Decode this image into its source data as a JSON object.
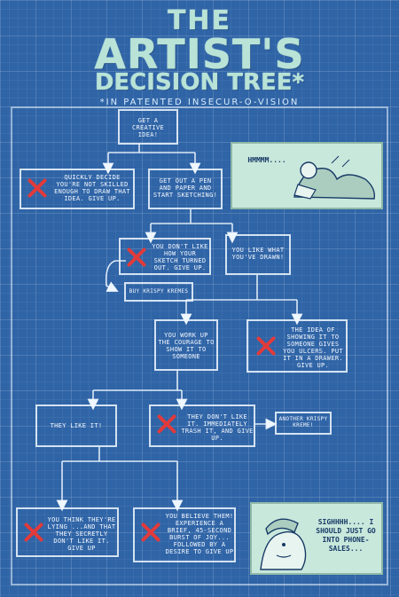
{
  "title": {
    "line1": "THE",
    "line2": "ARTIST'S",
    "line3": "DECISION TREE*",
    "footnote": "*IN PATENTED INSECUR-O-VISION"
  },
  "nodes": {
    "get_idea": "GET A CREATIVE IDEA!",
    "not_skilled": "QUICKLY DECIDE YOU'RE NOT SKILLED ENOUGH TO DRAW THAT IDEA. GIVE UP.",
    "start_sketching": "GET OUT A PEN AND PAPER AND START SKETCHING!",
    "dont_like_sketch": "YOU DON'T LIKE HOW YOUR SKETCH TURNED OUT. GIVE UP.",
    "buy_kremes": "BUY KRISPY KREMES",
    "like_drawn": "YOU LIKE WHAT YOU'VE DRAWN!",
    "work_up_courage": "YOU WORK UP THE COURAGE TO SHOW IT TO SOMEONE",
    "idea_ulcers": "THE IDEA OF SHOWING IT TO SOMEONE GIVES YOU ULCERS. PUT IT IN A DRAWER. GIVE UP.",
    "they_like_it": "THEY LIKE IT!",
    "dont_like_trash": "THEY DON'T LIKE IT. IMMEDIATELY TRASH IT, AND GIVE UP.",
    "another_kreme": "ANOTHER KRISPY KREME!",
    "think_lying": "YOU THINK THEY'RE LYING ...AND THAT THEY SECRETLY DON'T LIKE IT. GIVE UP",
    "believe_them": "YOU BELIEVE THEM! EXPERIENCE A BRIEF, 45-SECOND BURST OF JOY... FOLLOWED BY A DESIRE TO GIVE UP"
  },
  "panels": {
    "hmmm": "HMMMM....",
    "sighhh": "SIGHHHH.... I SHOULD JUST GO INTO PHONE-SALES..."
  },
  "colors": {
    "background": "#2f64a6",
    "line": "#f0f8ff",
    "x_mark": "#e23a3a",
    "panel": "#c9e8dc"
  }
}
